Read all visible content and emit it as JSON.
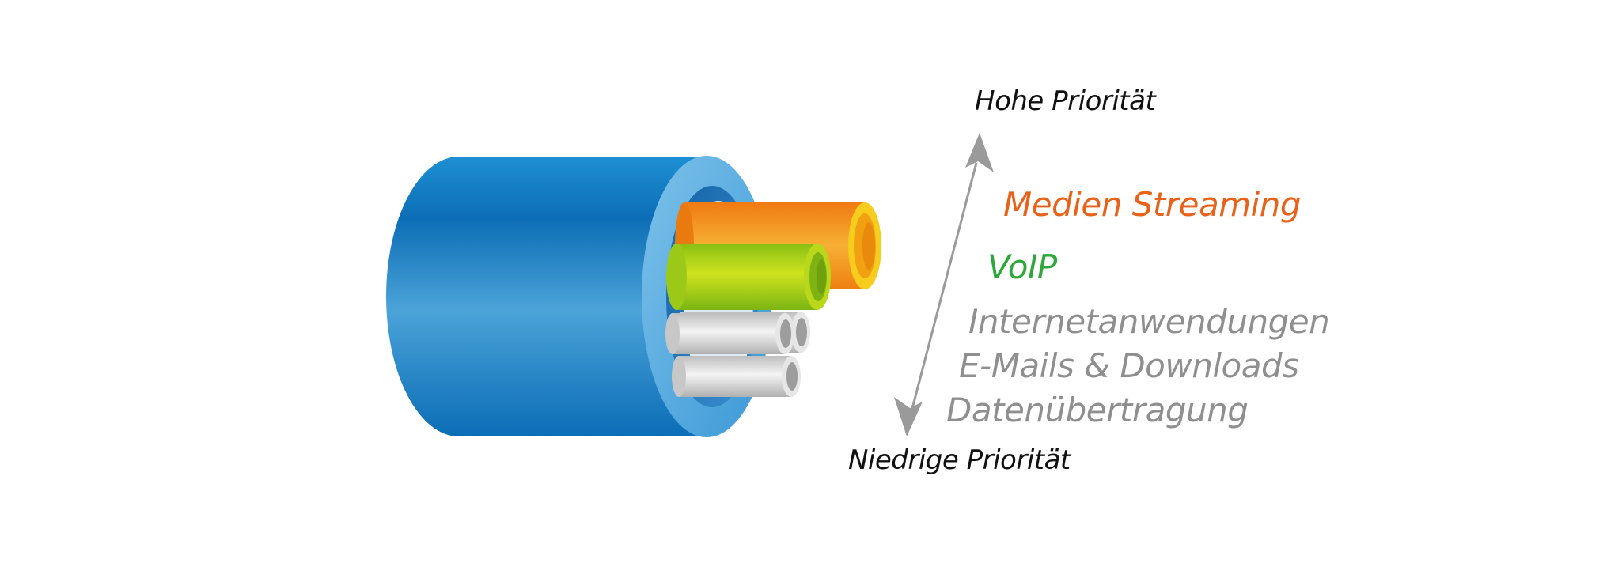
{
  "priority": {
    "high_label": "Hohe Priorität",
    "low_label": "Niedrige Priorität"
  },
  "traffic_types": [
    {
      "label": "Medien Streaming",
      "color": "#e8621a"
    },
    {
      "label": "VoIP",
      "color": "#2ea83a"
    },
    {
      "label": "Internetanwendungen",
      "color": "#8f8f8f"
    },
    {
      "label": "E-Mails & Downloads",
      "color": "#8f8f8f"
    },
    {
      "label": "Datenübertragung",
      "color": "#8f8f8f"
    }
  ],
  "colors": {
    "cable_blue": "#1f82c8",
    "pipe_orange": "#f39a12",
    "pipe_green": "#a6d11f",
    "pipe_gray": "#c9c9c9",
    "arrow": "#9a9a9a"
  }
}
